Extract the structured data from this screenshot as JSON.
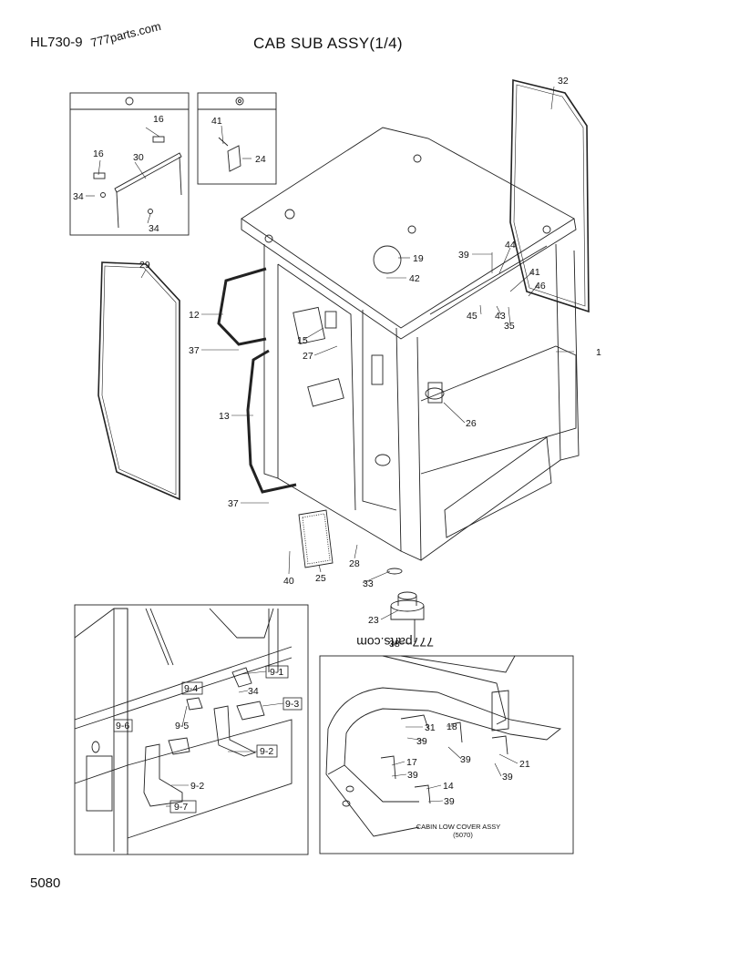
{
  "header": {
    "model": "HL730-9",
    "title": "CAB SUB ASSY(1/4)",
    "watermark": "777parts.com"
  },
  "footer": {
    "page_number": "5080"
  },
  "watermark_mirrored": "777parts.com",
  "boxes": {
    "detail_a_icon": "circle-icon",
    "detail_b_icon": "bullseye-icon"
  },
  "labels": {
    "p32": "32",
    "p16a": "16",
    "p16b": "16",
    "p30": "30",
    "p34a": "34",
    "p34b": "34",
    "p41a": "41",
    "p24": "24",
    "p29": "29",
    "p12": "12",
    "p37a": "37",
    "p13": "13",
    "p37b": "37",
    "p40": "40",
    "p25": "25",
    "p28": "28",
    "p33": "33",
    "p23": "23",
    "p38": "38",
    "p19": "19",
    "p42": "42",
    "p39a": "39",
    "p44": "44",
    "p41b": "41",
    "p46": "46",
    "p45": "45",
    "p43": "43",
    "p35": "35",
    "p1": "1",
    "p15": "15",
    "p27": "27",
    "p26": "26",
    "d91": "9-1",
    "d94": "9-4",
    "d93": "9-3",
    "d34": "34",
    "d96": "9-6",
    "d95": "9-5",
    "d92a": "9-2",
    "d92b": "9-2",
    "d97": "9-7",
    "c31": "31",
    "c39a": "39",
    "c18": "18",
    "c39b": "39",
    "c21": "21",
    "c39c": "39",
    "c17": "17",
    "c39d": "39",
    "c14": "14",
    "c39e": "39",
    "cabin_low": "CABIN LOW COVER ASSY",
    "cabin_low_ref": "(5070)"
  }
}
